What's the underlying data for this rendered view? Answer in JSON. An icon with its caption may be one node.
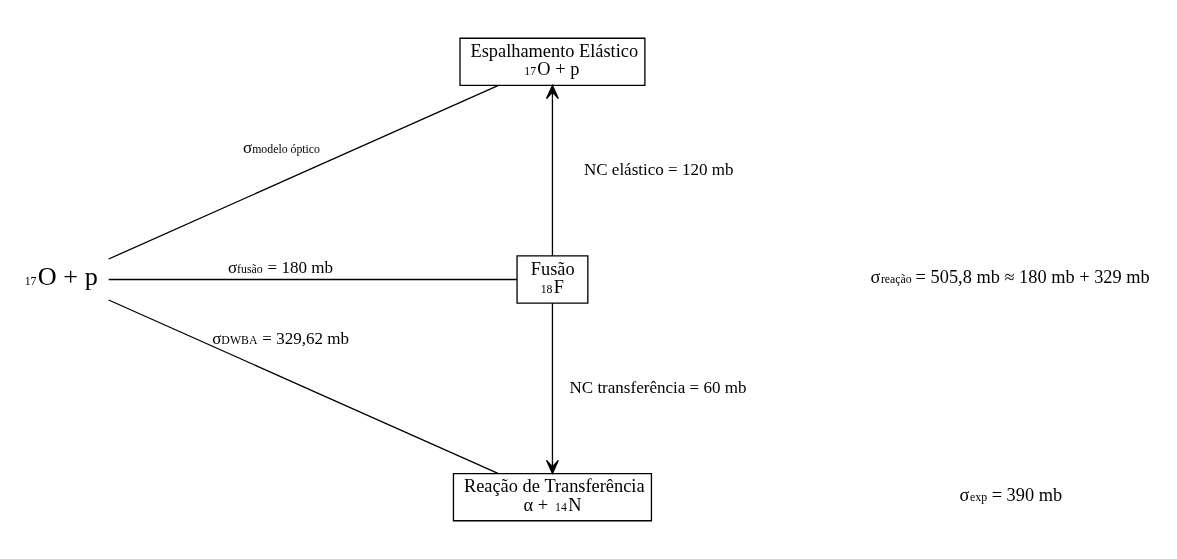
{
  "diagram": {
    "nodes": [
      {
        "text": [
          "$^{17}$O + p"
        ]
      },
      {
        "text": [
          "Espalhamento Elástico",
          "$^{17}$O + p"
        ]
      },
      {
        "text": [
          "Fusão",
          "$^{18}$F"
        ]
      },
      {
        "text": [
          "Reação de Transferência",
          "α + $^{14}$N"
        ]
      }
    ],
    "edges": [
      {
        "from": 0,
        "to": 1,
        "arrow": "none",
        "label": "σ$_{modelo óptico}$"
      },
      {
        "from": 0,
        "to": 2,
        "arrow": "none",
        "label": "σ$_{fusão}$ = 180 mb"
      },
      {
        "from": 0,
        "to": 3,
        "arrow": "none",
        "label": "σ$_{DWBA}$ = 329,62 mb"
      },
      {
        "from": 2,
        "to": 1,
        "arrow": "to",
        "label": "NC elástico = 120 mb"
      },
      {
        "from": 2,
        "to": 3,
        "arrow": "to",
        "label": "NC transferência = 60 mb"
      }
    ],
    "labels": [
      "σ$_{reação}$ = 505,8 mb ≈ 180 mb + 329 mb",
      "σ$_{exp}$ = 390 mb"
    ]
  }
}
